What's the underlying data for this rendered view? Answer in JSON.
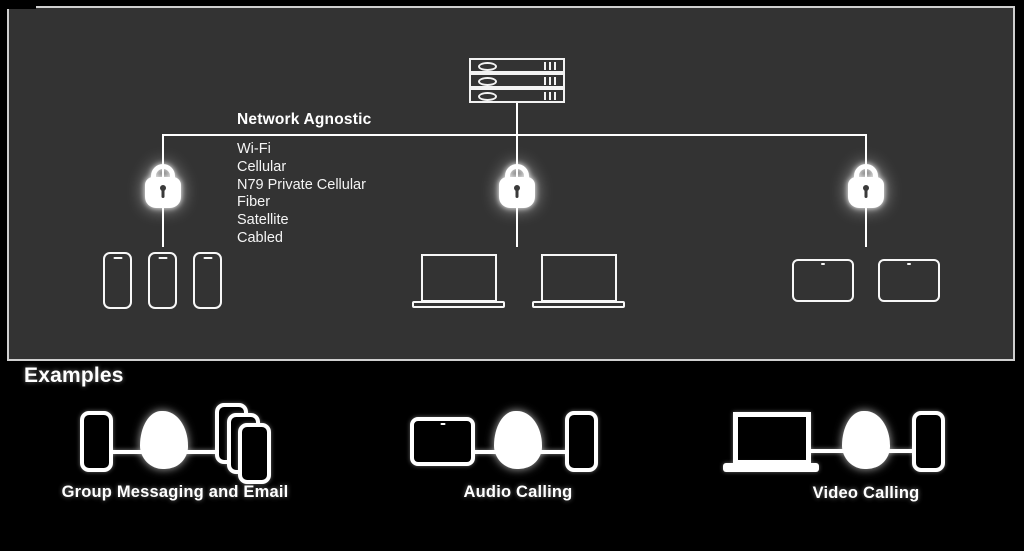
{
  "colors": {
    "page_bg": "#000000",
    "panel_bg": "#333333",
    "panel_border": "#d0d0d0",
    "line": "#ffffff",
    "icon_stroke": "#f5f5f5",
    "text": "#ffffff"
  },
  "diagram": {
    "network_label": "Network Agnostic",
    "network_types": [
      "Wi-Fi",
      "Cellular",
      "N79 Private Cellular",
      "Fiber",
      "Satellite",
      "Cabled"
    ],
    "icons": {
      "top": "server-rack-icon",
      "security": "padlock-icon",
      "left_devices": "smartphone-icons",
      "center_devices": "laptop-icons",
      "right_devices": "tablet-icons",
      "example_center": "network-node-icon"
    }
  },
  "examples": {
    "heading": "Examples",
    "items": [
      {
        "label": "Group Messaging and Email",
        "left_icon": "smartphone-icon",
        "center_icon": "network-node-icon",
        "right_icon": "smartphone-stack-icon"
      },
      {
        "label": "Audio Calling",
        "left_icon": "tablet-icon",
        "center_icon": "network-node-icon",
        "right_icon": "smartphone-icon"
      },
      {
        "label": "Video Calling",
        "left_icon": "laptop-icon",
        "center_icon": "network-node-icon",
        "right_icon": "smartphone-icon"
      }
    ]
  }
}
